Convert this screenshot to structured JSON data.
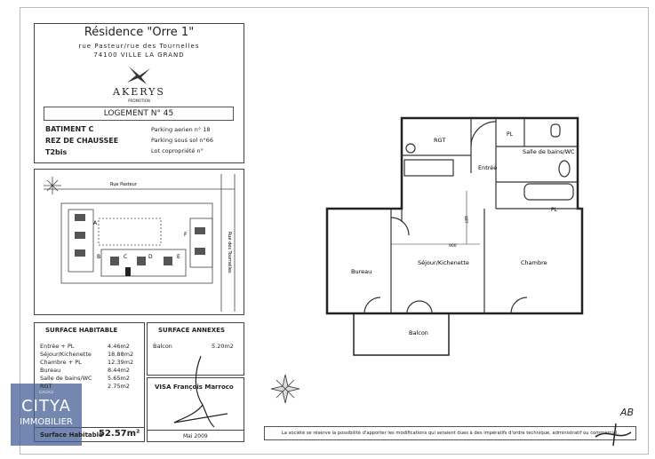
{
  "header": {
    "title": "Résidence \"Orre 1\"",
    "address1": "rue Pasteur/rue des Tournelles",
    "address2": "74100 VILLE LA GRAND",
    "logo_text": "AKERYS",
    "logo_sub": "PROMOTION",
    "logement": "LOGEMENT N° 45",
    "batiment": "BATIMENT C",
    "niveau": "REZ DE CHAUSSEE",
    "type": "T2bis",
    "parking_aerien": "Parking aerien n° 18",
    "parking_sous_sol": "Parking sous sol n°66",
    "lot": "Lot copropriété n°"
  },
  "site_plan": {
    "street1": "Rue Pasteur",
    "street2": "Rue des Tournelles",
    "labels": [
      "A",
      "B",
      "C",
      "D",
      "E",
      "F"
    ]
  },
  "surface_habitable": {
    "title": "SURFACE HABITABLE",
    "rows": [
      {
        "room": "Entrée + PL",
        "area": "4.46m2"
      },
      {
        "room": "Séjour/Kichenette",
        "area": "18.88m2"
      },
      {
        "room": "Chambre + PL",
        "area": "12.39m2"
      },
      {
        "room": "Bureau",
        "area": "8.44m2"
      },
      {
        "room": "Salle de bains/WC",
        "area": "5.65m2"
      },
      {
        "room": "RGT",
        "area": "2.75m2"
      }
    ],
    "total_label": "Surface Habitable",
    "total": "52.57m²"
  },
  "surface_annexes": {
    "title": "SURFACE ANNEXES",
    "rows": [
      {
        "room": "Balcon",
        "area": "5.20m2"
      }
    ]
  },
  "visa": {
    "label": "VISA François Marroco",
    "date": "Mai 2009"
  },
  "plan": {
    "rooms": {
      "rgt": "RGT",
      "pl1": "PL",
      "sdb": "Salle de bains/WC",
      "entree": "Entrée",
      "pl2": "PL",
      "bureau": "Bureau",
      "sejour": "Séjour/Kichenette",
      "chambre": "Chambre",
      "balcon": "Balcon"
    },
    "dim1": "900",
    "dim2": "487"
  },
  "initials": "AB",
  "disclaimer": "La société se réserve la possibilité d'apporter les modifications qui seraient dues à des impératifs d'ordre technique, administratif ou commercial.",
  "watermark": {
    "line1": "CITYA",
    "line2": "IMMOBILIER"
  }
}
